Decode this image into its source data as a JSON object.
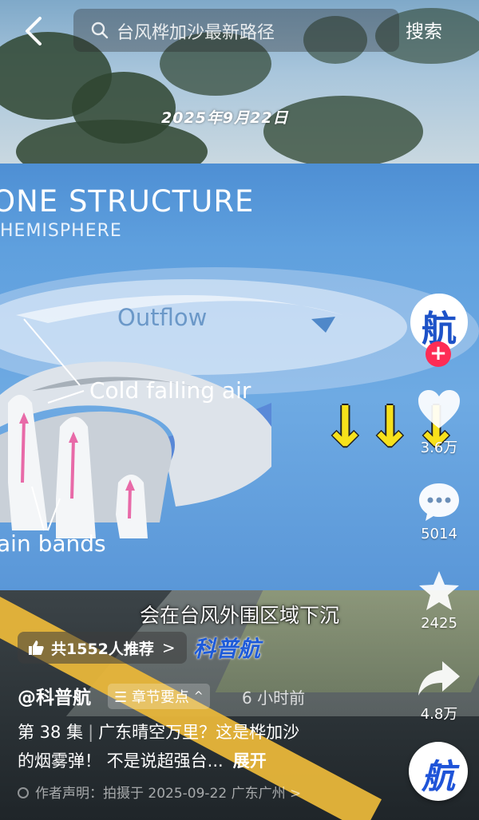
{
  "search": {
    "query": "台风桦加沙最新路径",
    "button_label": "搜索"
  },
  "video": {
    "date_stamp": "2025年9月22日",
    "panel": {
      "title": "ONE STRUCTURE",
      "subtitle": "HEMISPHERE",
      "labels": {
        "outflow": "Outflow",
        "cold_air": "Cold falling air",
        "rain_bands": "ain bands"
      }
    },
    "caption": "会在台风外围区域下沉",
    "watermark": "科普航"
  },
  "rail": {
    "avatar_glyph": "航",
    "follow": "+",
    "likes": "3.6万",
    "comments": "5014",
    "favorites": "2425",
    "shares": "4.8万"
  },
  "info": {
    "recommend_text": "共1552人推荐",
    "recommend_chevron": ">",
    "author": "@科普航",
    "chapter_label": "☰ 章节要点",
    "chapter_caret": "^",
    "time_ago": "6 小时前",
    "episode": "第 38 集",
    "separator": "|",
    "desc_line1": "广东晴空万里？这是桦加沙",
    "desc_line2": "的烟雾弹！ 不是说超强台...",
    "expand": "展开",
    "disclaimer": "作者声明：拍摄于 2025-09-22 广东广州 >"
  },
  "float_app_glyph": "航",
  "colors": {
    "accent": "#fe2c55",
    "brand": "#1e5bd9",
    "arrow": "#f7e11b"
  }
}
